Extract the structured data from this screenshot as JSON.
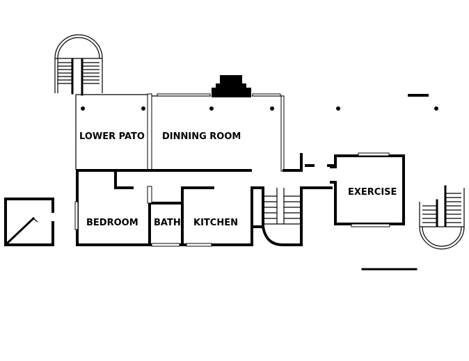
{
  "rooms": {
    "lower_patio": "LOWER PATO",
    "dining_room": "DINNING ROOM",
    "bedroom": "BEDROOM",
    "bath": "BATH",
    "kitchen": "KITCHEN",
    "exercise": "EXERCISE"
  },
  "colors": {
    "wall": "#000000",
    "background": "#ffffff"
  }
}
